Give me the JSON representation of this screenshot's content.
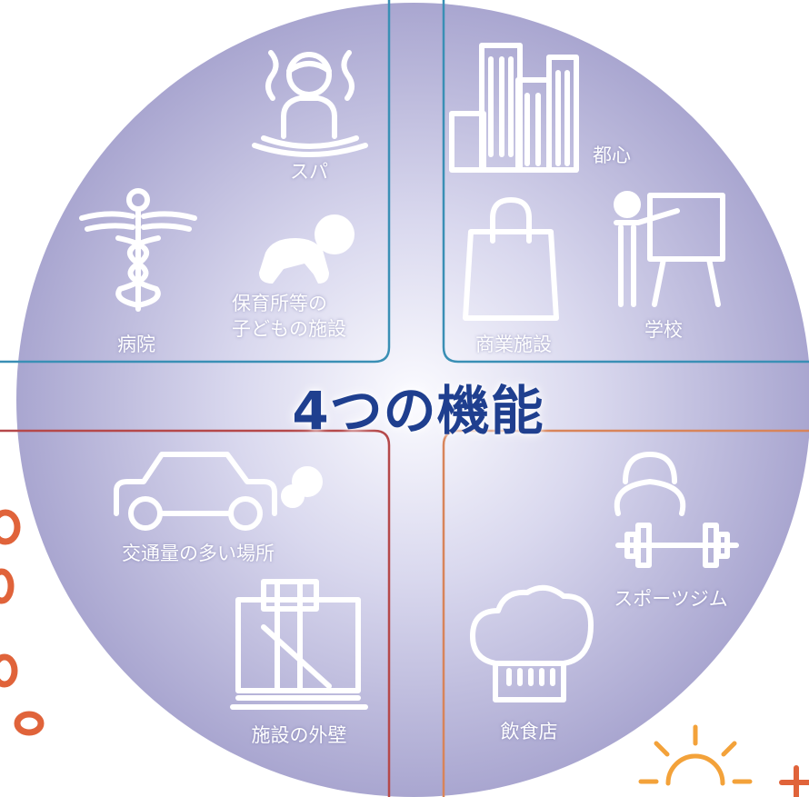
{
  "title": "4つの機能",
  "quadrants": {
    "top_left": {
      "items": [
        {
          "label": "スパ",
          "icon": "hot-spring-person-icon"
        },
        {
          "label": "病院",
          "icon": "caduceus-icon"
        },
        {
          "label_line1": "保育所等の",
          "label_line2": "子どもの施設",
          "icon": "crawling-baby-icon"
        }
      ]
    },
    "top_right": {
      "items": [
        {
          "label": "都心",
          "icon": "city-buildings-icon"
        },
        {
          "label": "商業施設",
          "icon": "shopping-bag-icon"
        },
        {
          "label": "学校",
          "icon": "teacher-board-icon"
        }
      ]
    },
    "bottom_left": {
      "items": [
        {
          "label": "交通量の多い場所",
          "icon": "car-exhaust-icon"
        },
        {
          "label": "施設の外壁",
          "icon": "building-wall-icon"
        }
      ]
    },
    "bottom_right": {
      "items": [
        {
          "label": "スポーツジム",
          "icon": "kettlebell-dumbbell-icon"
        },
        {
          "label": "飲食店",
          "icon": "chef-hat-icon"
        }
      ]
    }
  },
  "colors": {
    "title": "#1f3f8f",
    "circle_edge": "#a9a6d0",
    "circle_center": "#fbfbff",
    "top_divider": "#3a8fb5",
    "bottom_left_divider": "#b5484a",
    "bottom_right_divider": "#d8845a",
    "accent_orange": "#e0633a",
    "sun_orange": "#f3a23a"
  }
}
